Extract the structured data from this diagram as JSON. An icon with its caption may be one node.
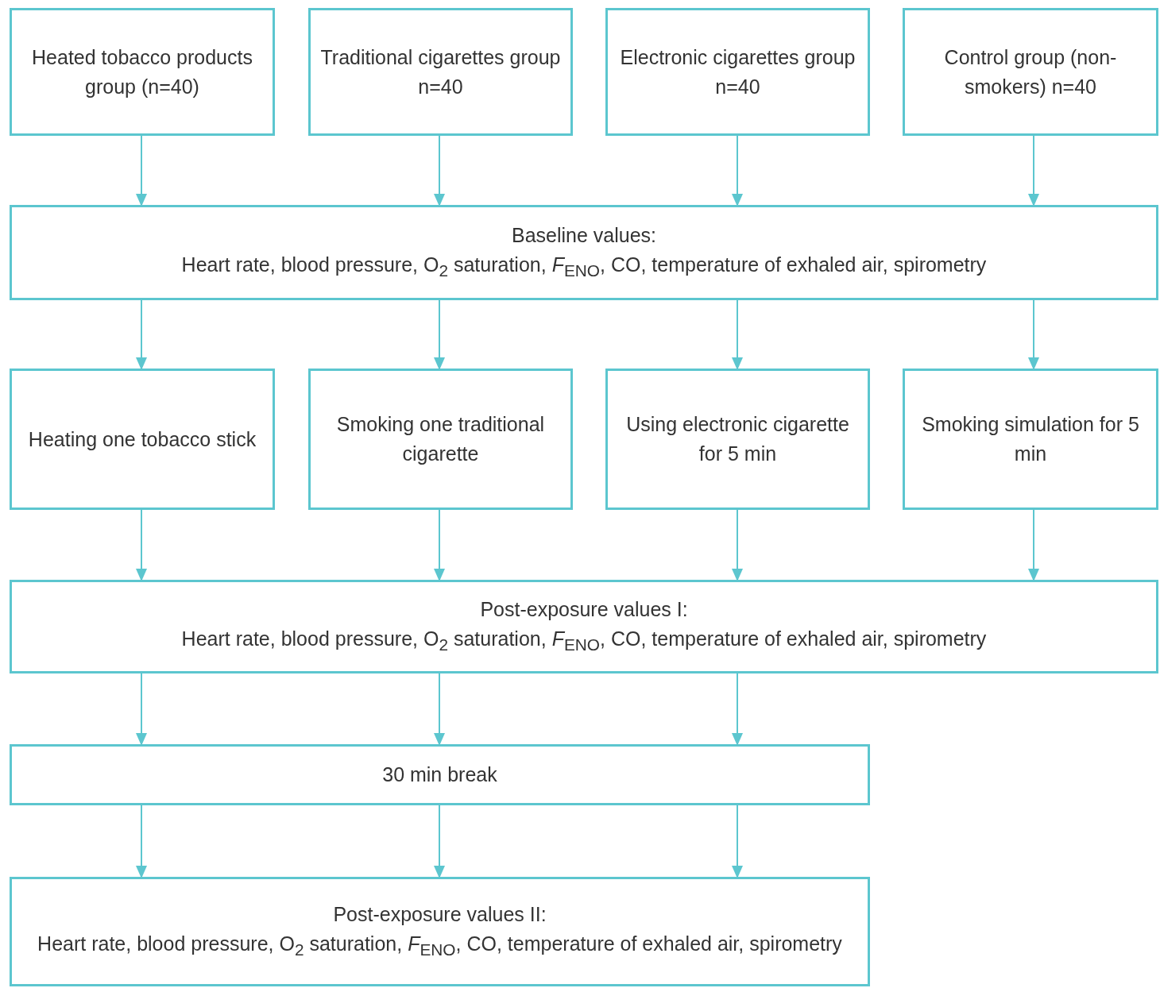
{
  "diagram": {
    "nodes": [
      {
        "text": [
          "Heated tobacco products group (n=40)"
        ]
      },
      {
        "text": [
          "Traditional cigarettes group n=40"
        ]
      },
      {
        "text": [
          "Electronic cigarettes group n=40"
        ]
      },
      {
        "text": [
          "Control group (non-smokers) n=40"
        ]
      },
      {
        "text": [
          "Baseline values:",
          "Heart rate, blood pressure, O$_{2}$ saturation, *F*$_{ENO}$, CO, temperature of exhaled air, spirometry"
        ]
      },
      {
        "text": [
          "Heating one tobacco stick"
        ]
      },
      {
        "text": [
          "Smoking one traditional cigarette"
        ]
      },
      {
        "text": [
          "Using electronic cigarette for 5 min"
        ]
      },
      {
        "text": [
          "Smoking simulation for 5 min"
        ]
      },
      {
        "text": [
          "Post-exposure values I:",
          "Heart rate, blood pressure, O$_{2}$ saturation, *F*$_{ENO}$, CO, temperature of exhaled air, spirometry"
        ]
      },
      {
        "text": [
          "30 min break"
        ]
      },
      {
        "text": [
          "Post-exposure values II:",
          "Heart rate, blood pressure, O$_{2}$ saturation, *F*$_{ENO}$, CO, temperature of exhaled air, spirometry"
        ]
      }
    ],
    "edges": [
      {
        "from": 0,
        "to": 4,
        "arrow": "to"
      },
      {
        "from": 1,
        "to": 4,
        "arrow": "to"
      },
      {
        "from": 2,
        "to": 4,
        "arrow": "to"
      },
      {
        "from": 3,
        "to": 4,
        "arrow": "to"
      },
      {
        "from": 4,
        "to": 5,
        "arrow": "to"
      },
      {
        "from": 4,
        "to": 6,
        "arrow": "to"
      },
      {
        "from": 4,
        "to": 7,
        "arrow": "to"
      },
      {
        "from": 4,
        "to": 8,
        "arrow": "to"
      },
      {
        "from": 5,
        "to": 9,
        "arrow": "to"
      },
      {
        "from": 6,
        "to": 9,
        "arrow": "to"
      },
      {
        "from": 7,
        "to": 9,
        "arrow": "to"
      },
      {
        "from": 8,
        "to": 9,
        "arrow": "to"
      },
      {
        "from": 9,
        "to": 10,
        "arrow": "to"
      },
      {
        "from": 9,
        "to": 10,
        "arrow": "to"
      },
      {
        "from": 9,
        "to": 10,
        "arrow": "to"
      },
      {
        "from": 10,
        "to": 11,
        "arrow": "to"
      },
      {
        "from": 10,
        "to": 11,
        "arrow": "to"
      },
      {
        "from": 10,
        "to": 11,
        "arrow": "to"
      }
    ]
  }
}
